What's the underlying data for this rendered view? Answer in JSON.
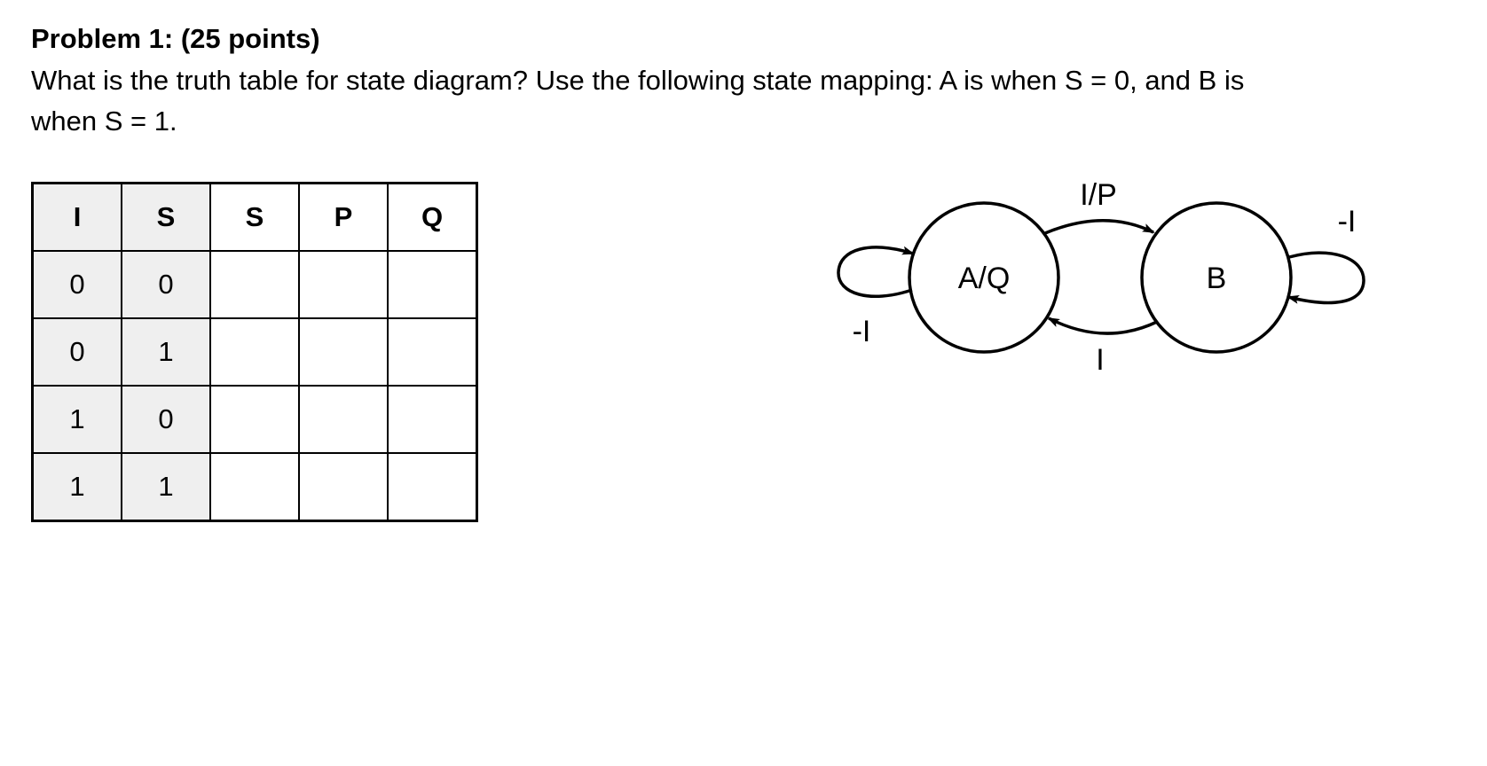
{
  "problem": {
    "title": "Problem 1: (25 points)",
    "question_line1": "What is the truth table for state diagram?  Use the following state mapping:  A is when S = 0, and B is",
    "question_line2": "when S = 1."
  },
  "truth_table": {
    "headers": [
      "I",
      "S",
      "S",
      "P",
      "Q"
    ],
    "rows": [
      [
        "0",
        "0",
        "",
        "",
        ""
      ],
      [
        "0",
        "1",
        "",
        "",
        ""
      ],
      [
        "1",
        "0",
        "",
        "",
        ""
      ],
      [
        "1",
        "1",
        "",
        "",
        ""
      ]
    ]
  },
  "state_diagram": {
    "states": [
      {
        "label": "A/Q"
      },
      {
        "label": "B"
      }
    ],
    "transitions": [
      {
        "label": "I/P"
      },
      {
        "label": "I"
      },
      {
        "label": "-I"
      },
      {
        "label": "-I"
      }
    ]
  }
}
